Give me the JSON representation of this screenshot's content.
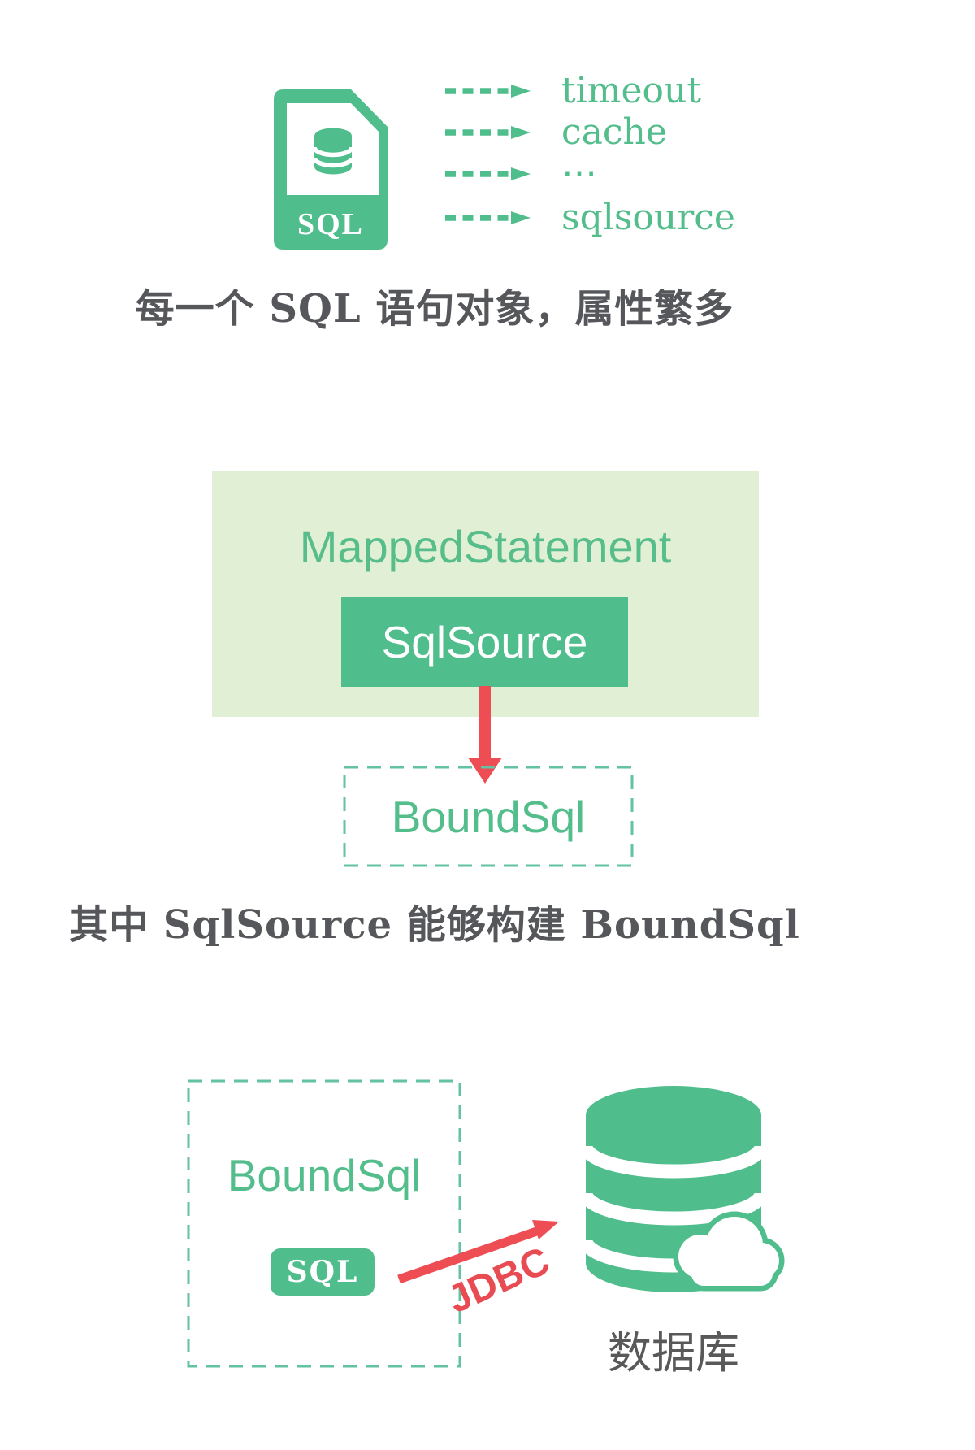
{
  "colors": {
    "green": "#4fbd8c",
    "green_text": "#54bd8c",
    "light_green_bg": "#e1efd4",
    "dashed_border": "#62c2a3",
    "red": "#ee4d53",
    "caption_gray": "#56575a",
    "db_label_gray": "#595959",
    "white": "#ffffff"
  },
  "top": {
    "file_icon_label": "SQL",
    "attributes": [
      {
        "label": "timeout"
      },
      {
        "label": "cache"
      },
      {
        "label": "⋯"
      },
      {
        "label": "sqlsource"
      }
    ],
    "caption": "每一个 SQL 语句对象，属性繁多"
  },
  "middle": {
    "mapped_statement_label": "MappedStatement",
    "sqlsource_label": "SqlSource",
    "boundsql_label": "BoundSql",
    "caption": "其中 SqlSource 能够构建 BoundSql"
  },
  "bottom": {
    "boundsql_label": "BoundSql",
    "sql_badge_label": "SQL",
    "jdbc_label": "JDBC",
    "database_label": "数据库"
  }
}
